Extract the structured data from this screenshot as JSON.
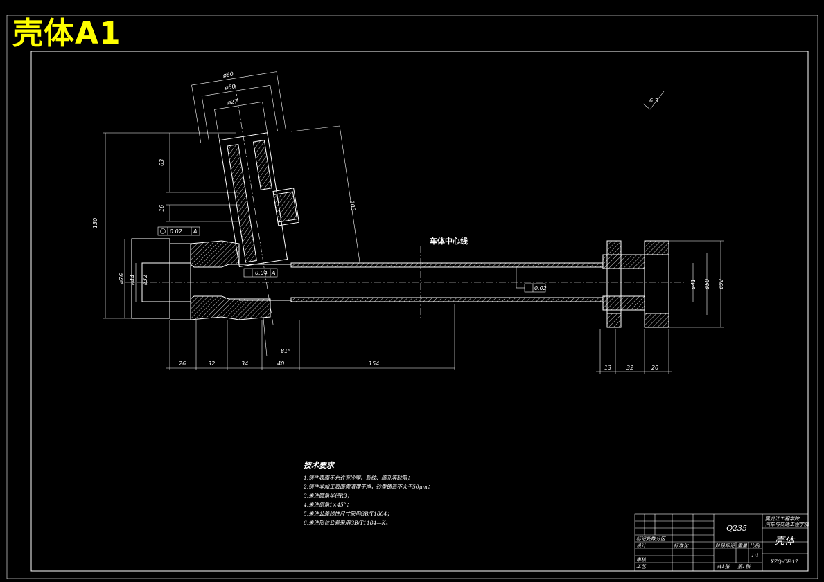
{
  "sheet_title": "壳体A1",
  "centerline_label": "车体中心线",
  "dimensions": {
    "d60": "ø60",
    "d50": "ø50",
    "d27": "ø27",
    "v63": "63",
    "v16": "16",
    "v130": "130",
    "angled_203": "203",
    "d76": "ø76",
    "d44": "ø44",
    "d32": "ø32",
    "h26": "26",
    "h32": "32",
    "h34": "34",
    "h40": "40",
    "h154": "154",
    "h13": "13",
    "h32b": "32",
    "h20": "20",
    "d41": "ø41",
    "d50b": "ø50",
    "d92": "ø92",
    "angle_81": "81°",
    "roughness": "6.3"
  },
  "tolerances": {
    "t1": "0.02",
    "t1_ref": "A",
    "t2": "0.04",
    "t2_ref": "A",
    "t3": "0.02"
  },
  "technical_requirements": {
    "title": "技术要求",
    "lines": [
      "1.铸件表面不允许有冷隔、裂纹、缩孔等缺陷；",
      "2.铸件非加工表面需清理干净，砂型铸造不大于50μm；",
      "3.未注圆角半径R3；",
      "4.未注倒角1×45°；",
      "5.未注公差线性尺寸采用GB/T1804；",
      "6.未注形位公差采用GB/T1184—K。"
    ]
  },
  "title_block": {
    "material": "Q235",
    "part_name": "壳体",
    "school_line1": "黑龙江工程学院",
    "school_line2": "汽车与交通工程学院",
    "drawing_number": "XZQ-CF-17",
    "row_labels": [
      "标记处数分区",
      "设计",
      "审核",
      "工艺"
    ],
    "sign_label": "标准化",
    "stage_label": "阶段标记",
    "weight_label": "重量",
    "scale_label": "比例",
    "scale_value": "1:1",
    "sheets_total": "共1张",
    "sheet_no": "第1张"
  }
}
